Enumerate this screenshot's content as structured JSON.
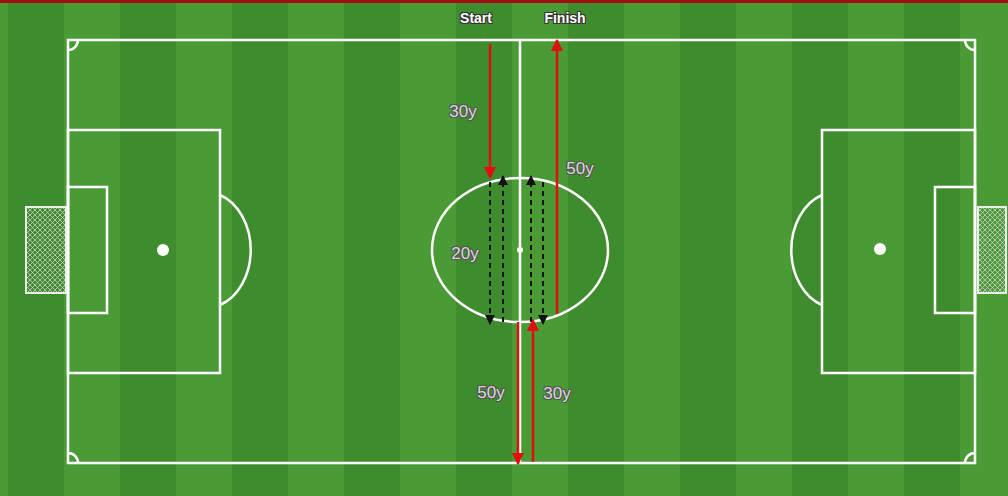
{
  "diagram": {
    "labels": [
      "Start",
      "Finish",
      "30y",
      "50y",
      "20y",
      "50y",
      "30y"
    ]
  }
}
